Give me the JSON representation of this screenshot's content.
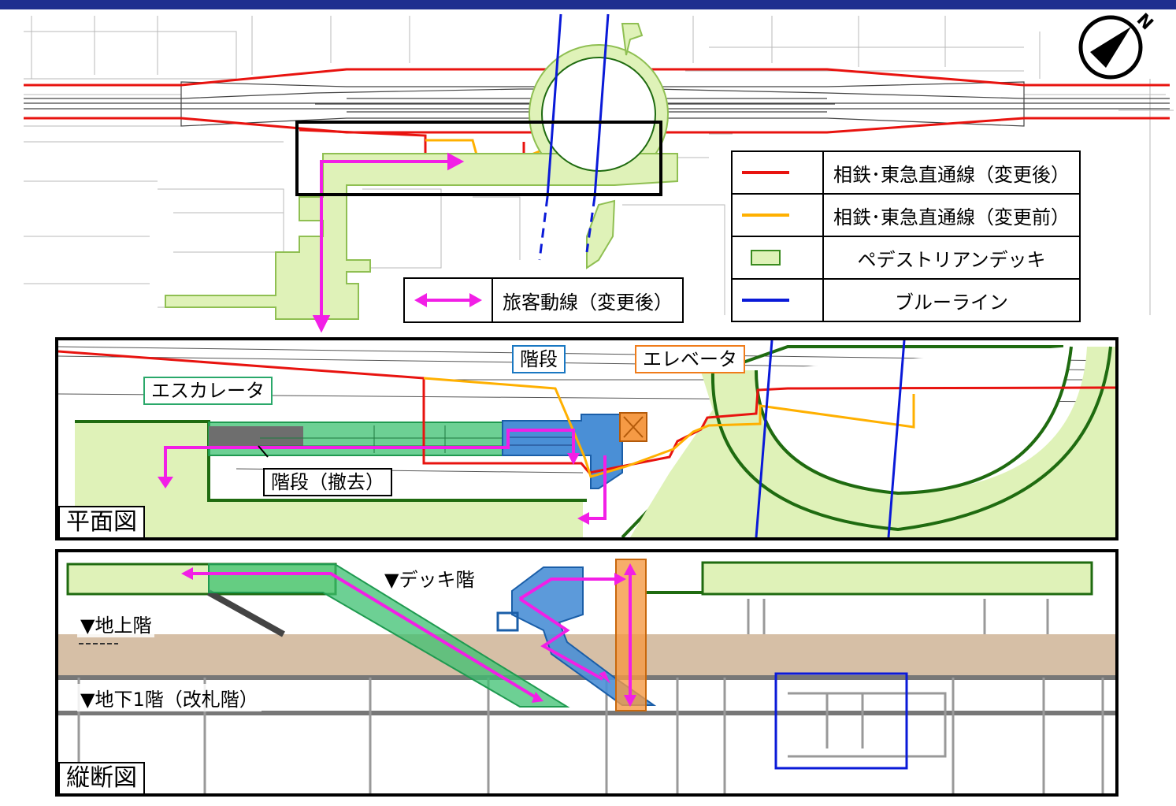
{
  "legend": {
    "items": [
      {
        "label": "相鉄･東急直通線（変更後）",
        "color": "#e8130f",
        "kind": "line"
      },
      {
        "label": "相鉄･東急直通線（変更前）",
        "color": "#ffb000",
        "kind": "line"
      },
      {
        "label": "ペデストリアンデッキ",
        "color": "#d9efb0",
        "kind": "box"
      },
      {
        "label": "ブルーライン",
        "color": "#0a1ad8",
        "kind": "line"
      }
    ],
    "route_label": "旅客動線（変更後）",
    "route_color": "#f21fe6"
  },
  "compass": {
    "north": "N"
  },
  "plan": {
    "title": "平面図",
    "labels": {
      "escalator": "エスカレータ",
      "stairs": "階段",
      "elevator": "エレベータ",
      "stairs_removed": "階段（撤去）"
    }
  },
  "section": {
    "title": "縦断図",
    "levels": {
      "deck": "▼デッキ階",
      "ground": "▼地上階",
      "b1": "▼地下1階（改札階）"
    }
  },
  "colors": {
    "deck_fill": "#dff2b8",
    "deck_edge": "#1f6b10",
    "escalator": "#3cc070",
    "stairs": "#4a8fd6",
    "elevator": "#f59a45",
    "ground": "#d6bfa6"
  }
}
